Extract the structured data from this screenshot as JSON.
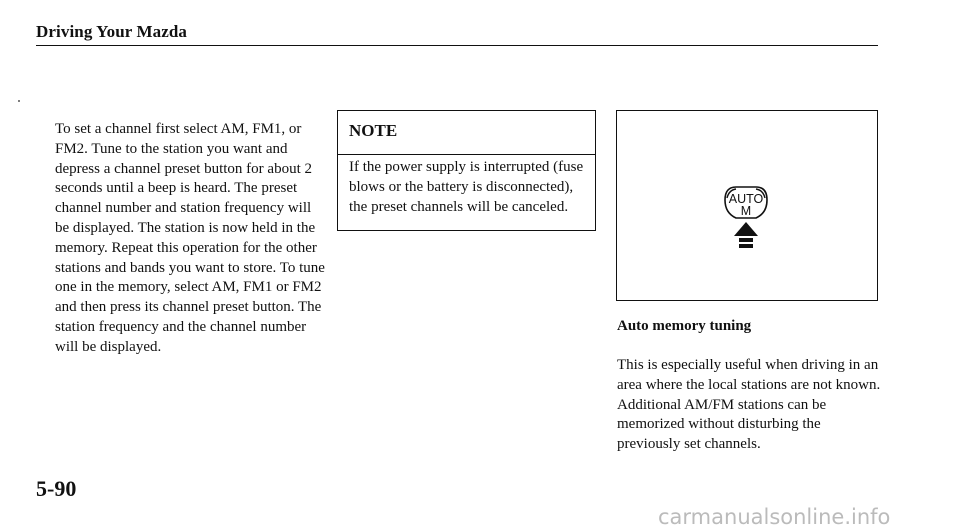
{
  "header": {
    "title": "Driving Your Mazda"
  },
  "left_column": {
    "paragraph": "To set a channel first select AM, FM1, or FM2. Tune to the station you want and depress a channel preset button for about 2 seconds until a beep is heard. The preset channel number and station frequency will be displayed. The station is now held in the memory. Repeat this operation for the other stations and bands you want to store. To tune one in the memory, select AM, FM1 or FM2 and then press its channel preset button. The station frequency and the channel number will be displayed."
  },
  "note": {
    "title": "NOTE",
    "text": "If the power supply is interrupted (fuse blows or the battery is disconnected), the preset channels will be canceled."
  },
  "figure": {
    "button_line1": "AUTO",
    "button_line2": "M",
    "icon": "auto-memory-button-with-press-arrow-icon"
  },
  "right_column": {
    "caption": "Auto memory tuning",
    "paragraph": "This is especially useful when driving in an area where the local stations are not known. Additional AM/FM stations can be memorized without disturbing the previously set channels."
  },
  "footer": {
    "page_number": "5-90",
    "watermark": "carmanualsonline.info"
  }
}
